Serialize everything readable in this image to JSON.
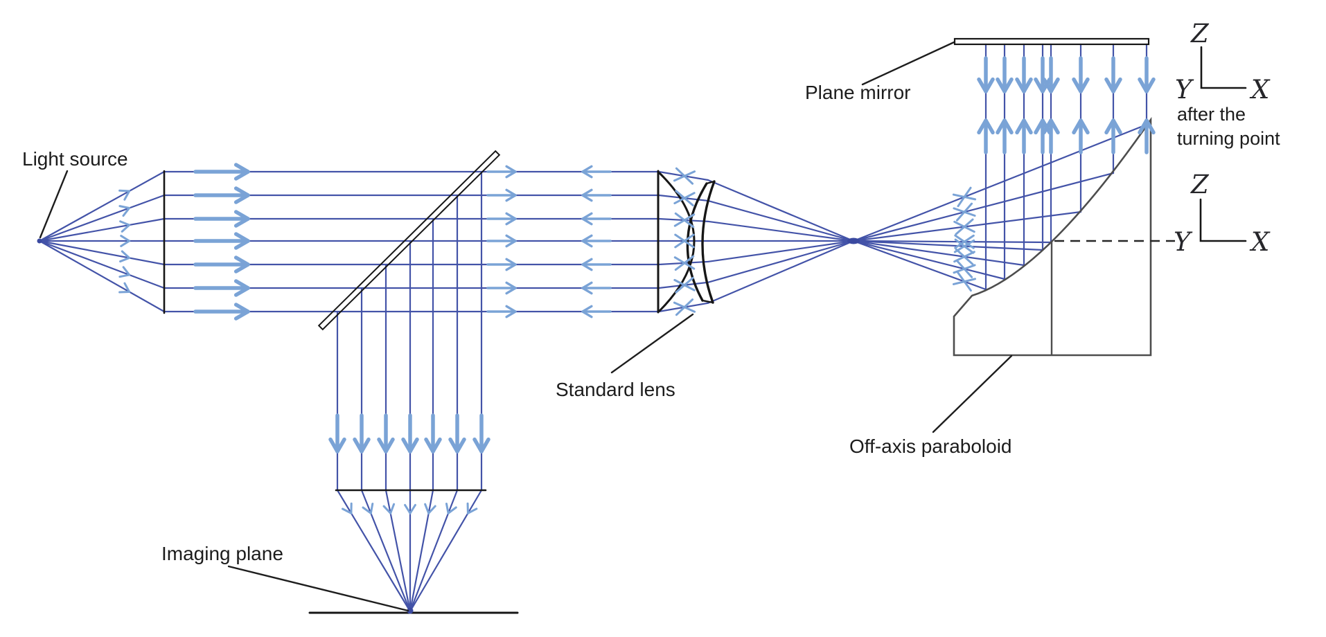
{
  "diagram": {
    "labels": {
      "light_source": "Light source",
      "imaging_plane": "Imaging plane",
      "standard_lens": "Standard lens",
      "plane_mirror": "Plane mirror",
      "off_axis_paraboloid": "Off-axis paraboloid"
    },
    "coordinate_frames": {
      "top": {
        "z": "Z",
        "y": "Y",
        "x": "X",
        "caption_line1": "after the",
        "caption_line2": "turning point"
      },
      "middle": {
        "z": "Z",
        "y": "Y",
        "x": "X"
      }
    },
    "colors": {
      "ray_line": "#4353a8",
      "arrow_highlight": "#7aa3d6",
      "optics_outline": "#161616",
      "paraboloid_outline": "#4d4d4d",
      "label_text": "#1c1c1c",
      "background": "#ffffff"
    }
  }
}
